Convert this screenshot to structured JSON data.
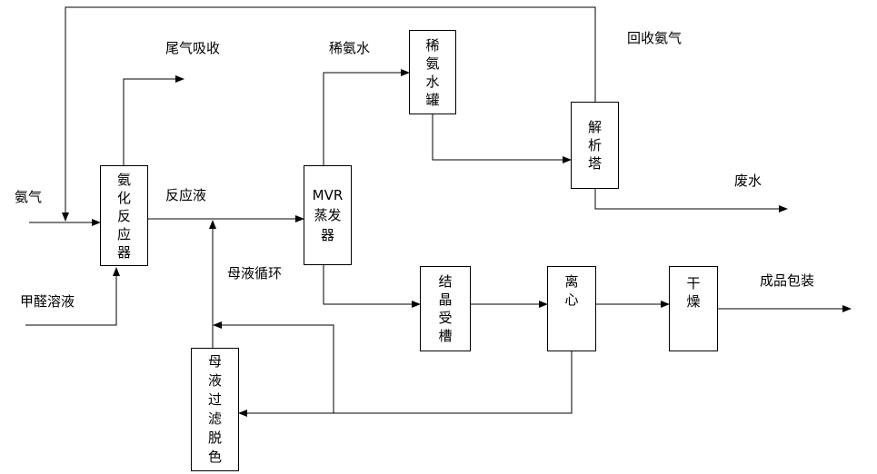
{
  "labels": {
    "tail_gas": "尾气吸收",
    "dilute_ammonia_water": "稀氨水",
    "recovered_ammonia": "回收氨气",
    "ammonia_gas": "氨气",
    "reaction_liquid": "反应液",
    "wastewater": "废水",
    "formaldehyde": "甲醛溶液",
    "mother_liquor_cycle": "母液循环",
    "finished_packaging": "成品包装"
  },
  "units": {
    "ammoniation_reactor": "氨化反应器",
    "dilute_tank": "稀氨水罐",
    "desorption_tower": "解析塔",
    "mvr_evaporator": "MVR蒸发器",
    "crystal_tank": "结晶受槽",
    "centrifuge": "离心",
    "dryer": "干燥",
    "mother_filter": "母液过滤脱色"
  }
}
